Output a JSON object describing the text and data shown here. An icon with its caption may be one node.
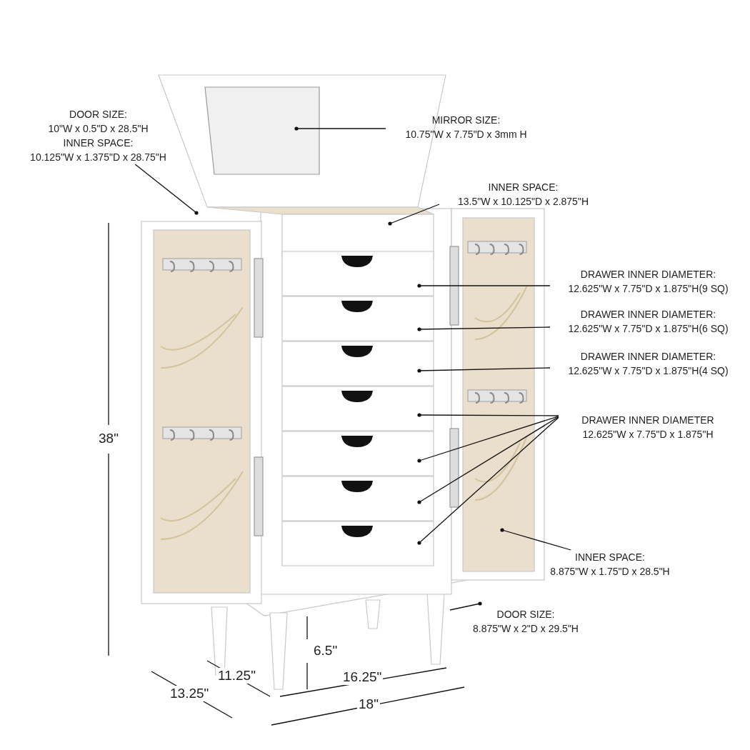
{
  "diagram": {
    "nodes": [
      {
        "text": [
          "DOOR SIZE:",
          "10\"W x 0.5\"D x 28.5\"H",
          "INNER SPACE:",
          "10.125\"W x 1.375\"D x 28.75\"H"
        ]
      },
      {
        "text": [
          "MIRROR SIZE:",
          "10.75\"W x 7.75\"D x 3mm H"
        ]
      },
      {
        "text": [
          "INNER SPACE:",
          "13.5\"W x 10.125\"D x 2.875\"H"
        ]
      },
      {
        "text": [
          "DRAWER INNER DIAMETER:",
          "12.625\"W x 7.75\"D x 1.875\"H(9 SQ)"
        ]
      },
      {
        "text": [
          "DRAWER INNER DIAMETER:",
          "12.625\"W x 7.75\"D x 1.875\"H(6 SQ)"
        ]
      },
      {
        "text": [
          "DRAWER INNER DIAMETER:",
          "12.625\"W x 7.75\"D x 1.875\"H(4 SQ)"
        ]
      },
      {
        "text": [
          "DRAWER INNER DIAMETER",
          "12.625\"W x 7.75\"D x 1.875\"H"
        ]
      },
      {
        "text": [
          "INNER SPACE:",
          "8.875\"W x 1.75\"D x 28.5\"H"
        ]
      },
      {
        "text": [
          "DOOR SIZE:",
          "8.875\"W x 2\"D x 29.5\"H"
        ]
      }
    ],
    "edges": [
      {
        "from": 0,
        "to": null,
        "arrow": "other"
      },
      {
        "from": 1,
        "to": null,
        "arrow": "other"
      },
      {
        "from": 2,
        "to": null,
        "arrow": "other"
      },
      {
        "from": 3,
        "to": null,
        "arrow": "other"
      },
      {
        "from": 4,
        "to": null,
        "arrow": "other"
      },
      {
        "from": 5,
        "to": null,
        "arrow": "other"
      },
      {
        "from": 6,
        "to": null,
        "arrow": "other"
      },
      {
        "from": 6,
        "to": null,
        "arrow": "other"
      },
      {
        "from": 6,
        "to": null,
        "arrow": "other"
      },
      {
        "from": 6,
        "to": null,
        "arrow": "other"
      },
      {
        "from": 7,
        "to": null,
        "arrow": "other"
      },
      {
        "from": 8,
        "to": null,
        "arrow": "other"
      }
    ],
    "labels": [
      "38\"",
      "6.5\"",
      "11.25\"",
      "16.25\"",
      "13.25\"",
      "18\""
    ]
  }
}
